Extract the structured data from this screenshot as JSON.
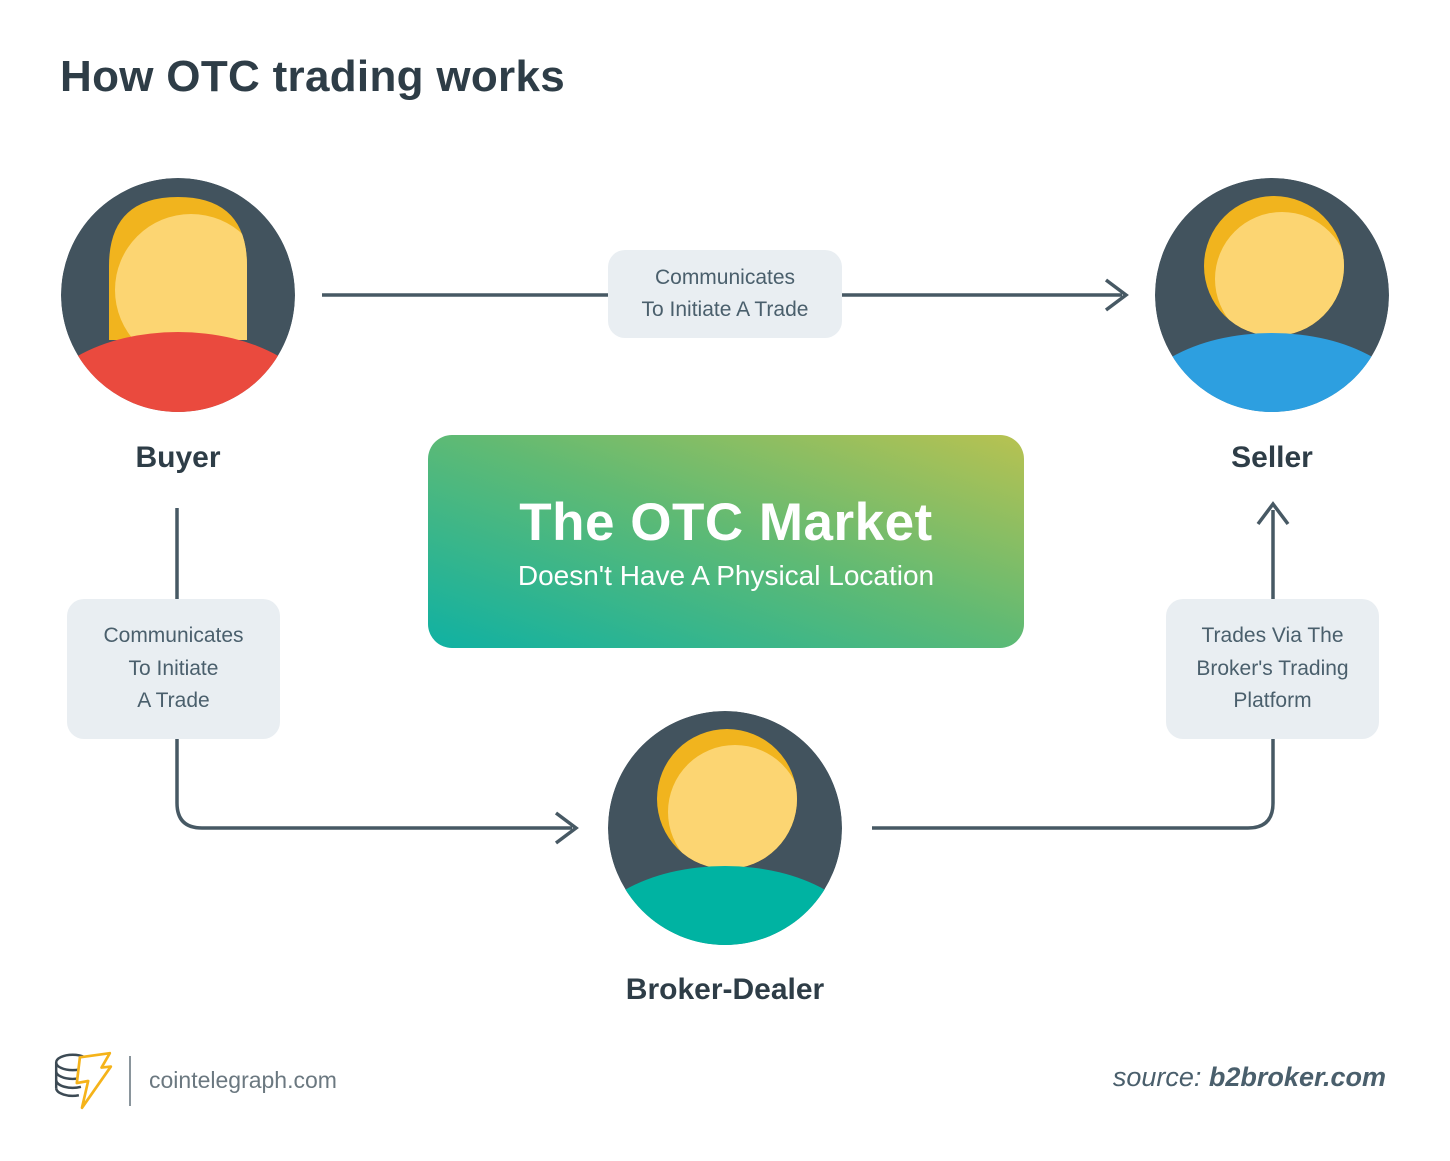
{
  "title": "How OTC trading works",
  "actors": {
    "buyer": {
      "label": "Buyer"
    },
    "seller": {
      "label": "Seller"
    },
    "broker": {
      "label": "Broker-Dealer"
    }
  },
  "center_box": {
    "title": "The OTC Market",
    "subtitle": "Doesn't Have A Physical Location"
  },
  "connectors": {
    "buyer_to_seller": {
      "lines": [
        "Communicates",
        "To Initiate A Trade"
      ]
    },
    "buyer_to_broker": {
      "lines": [
        "Communicates",
        "To Initiate",
        "A Trade"
      ]
    },
    "broker_to_seller": {
      "lines": [
        "Trades Via The",
        "Broker's Trading",
        "Platform"
      ]
    }
  },
  "footer": {
    "brand": "cointelegraph.com",
    "source_prefix": "source: ",
    "source_value": "b2broker.com",
    "logo_icon": "coin-stack-lightning"
  },
  "colors": {
    "heading": "#2e3d47",
    "note_text": "#4a5f6c",
    "note_bg": "#e9eef2",
    "line": "#475964",
    "avatar_bg": "#42535e",
    "hair_gold": "#f1b41e",
    "face_light": "#fcd572",
    "buyer_red": "#ea4a3e",
    "seller_blue": "#2d9fe0",
    "broker_teal": "#00b3a2",
    "grad_start": "#0fb1a3",
    "grad_mid": "#5fba74",
    "grad_end": "#b8c251",
    "footer_gray": "#6b7880",
    "divider": "#8a959c",
    "logo_dark": "#3c4a54",
    "logo_yellow": "#f5b31a"
  }
}
